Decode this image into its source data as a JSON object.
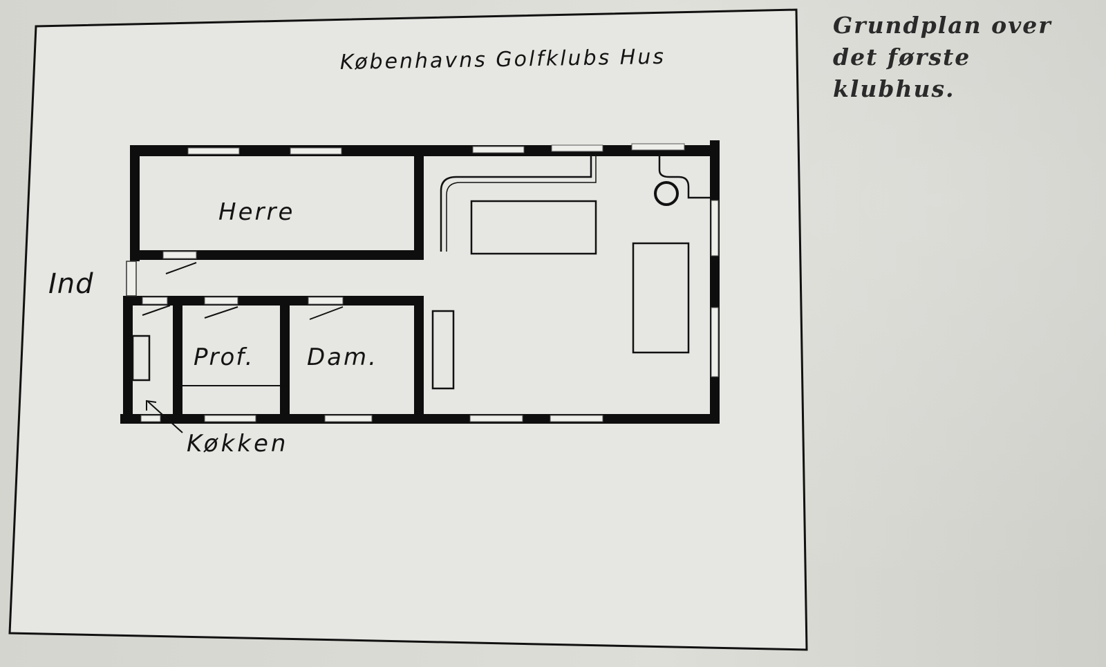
{
  "caption": {
    "lines": [
      "Grundplan over",
      "det første",
      "klubhus."
    ]
  },
  "plan": {
    "title": "Københavns Golfklubs Hus",
    "rooms": {
      "herre": "Herre",
      "prof": "Prof.",
      "dam": "Dam."
    },
    "entrance": "Ind",
    "kitchen": "Køkken"
  },
  "colors": {
    "paper": "#dcdcd6",
    "panel": "#e7e7e3",
    "ink": "#141414",
    "wall": "#0e0e0e"
  }
}
